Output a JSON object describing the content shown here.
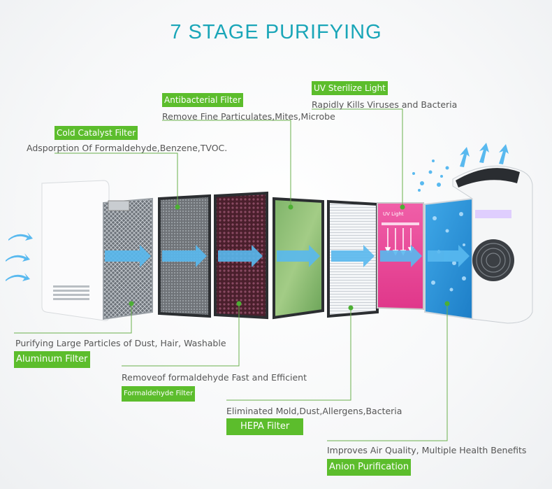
{
  "title": "7 STAGE PURIFYING",
  "colors": {
    "title": "#1aa6b8",
    "accent_green": "#5cbd2c",
    "line_green": "#6ab04c",
    "arrow_blue": "#59b9ef",
    "text": "#555555"
  },
  "stages": {
    "cold_catalyst": {
      "label": "Cold Catalyst Filter",
      "description": "Adsporption Of Formaldehyde,Benzene,TVOC."
    },
    "antibacterial": {
      "label": "Antibacterial Filter",
      "description": "Remove Fine Particulates,Mites,Microbe"
    },
    "uv": {
      "label": "UV Sterilize Light",
      "description": "Rapidly Kills Viruses and Bacteria",
      "panel_text": "UV Light"
    },
    "aluminum": {
      "label": "Aluminum Filter",
      "description": "Purifying Large Particles of Dust, Hair, Washable"
    },
    "formaldehyde": {
      "label": "Formaldehyde Filter",
      "description": "Removeof formaldehyde Fast and Efficient"
    },
    "hepa": {
      "label": "HEPA Filter",
      "description": "Eliminated Mold,Dust,Allergens,Bacteria"
    },
    "anion": {
      "label": "Anion Purification",
      "description": "Improves Air Quality, Multiple Health Benefits"
    }
  }
}
